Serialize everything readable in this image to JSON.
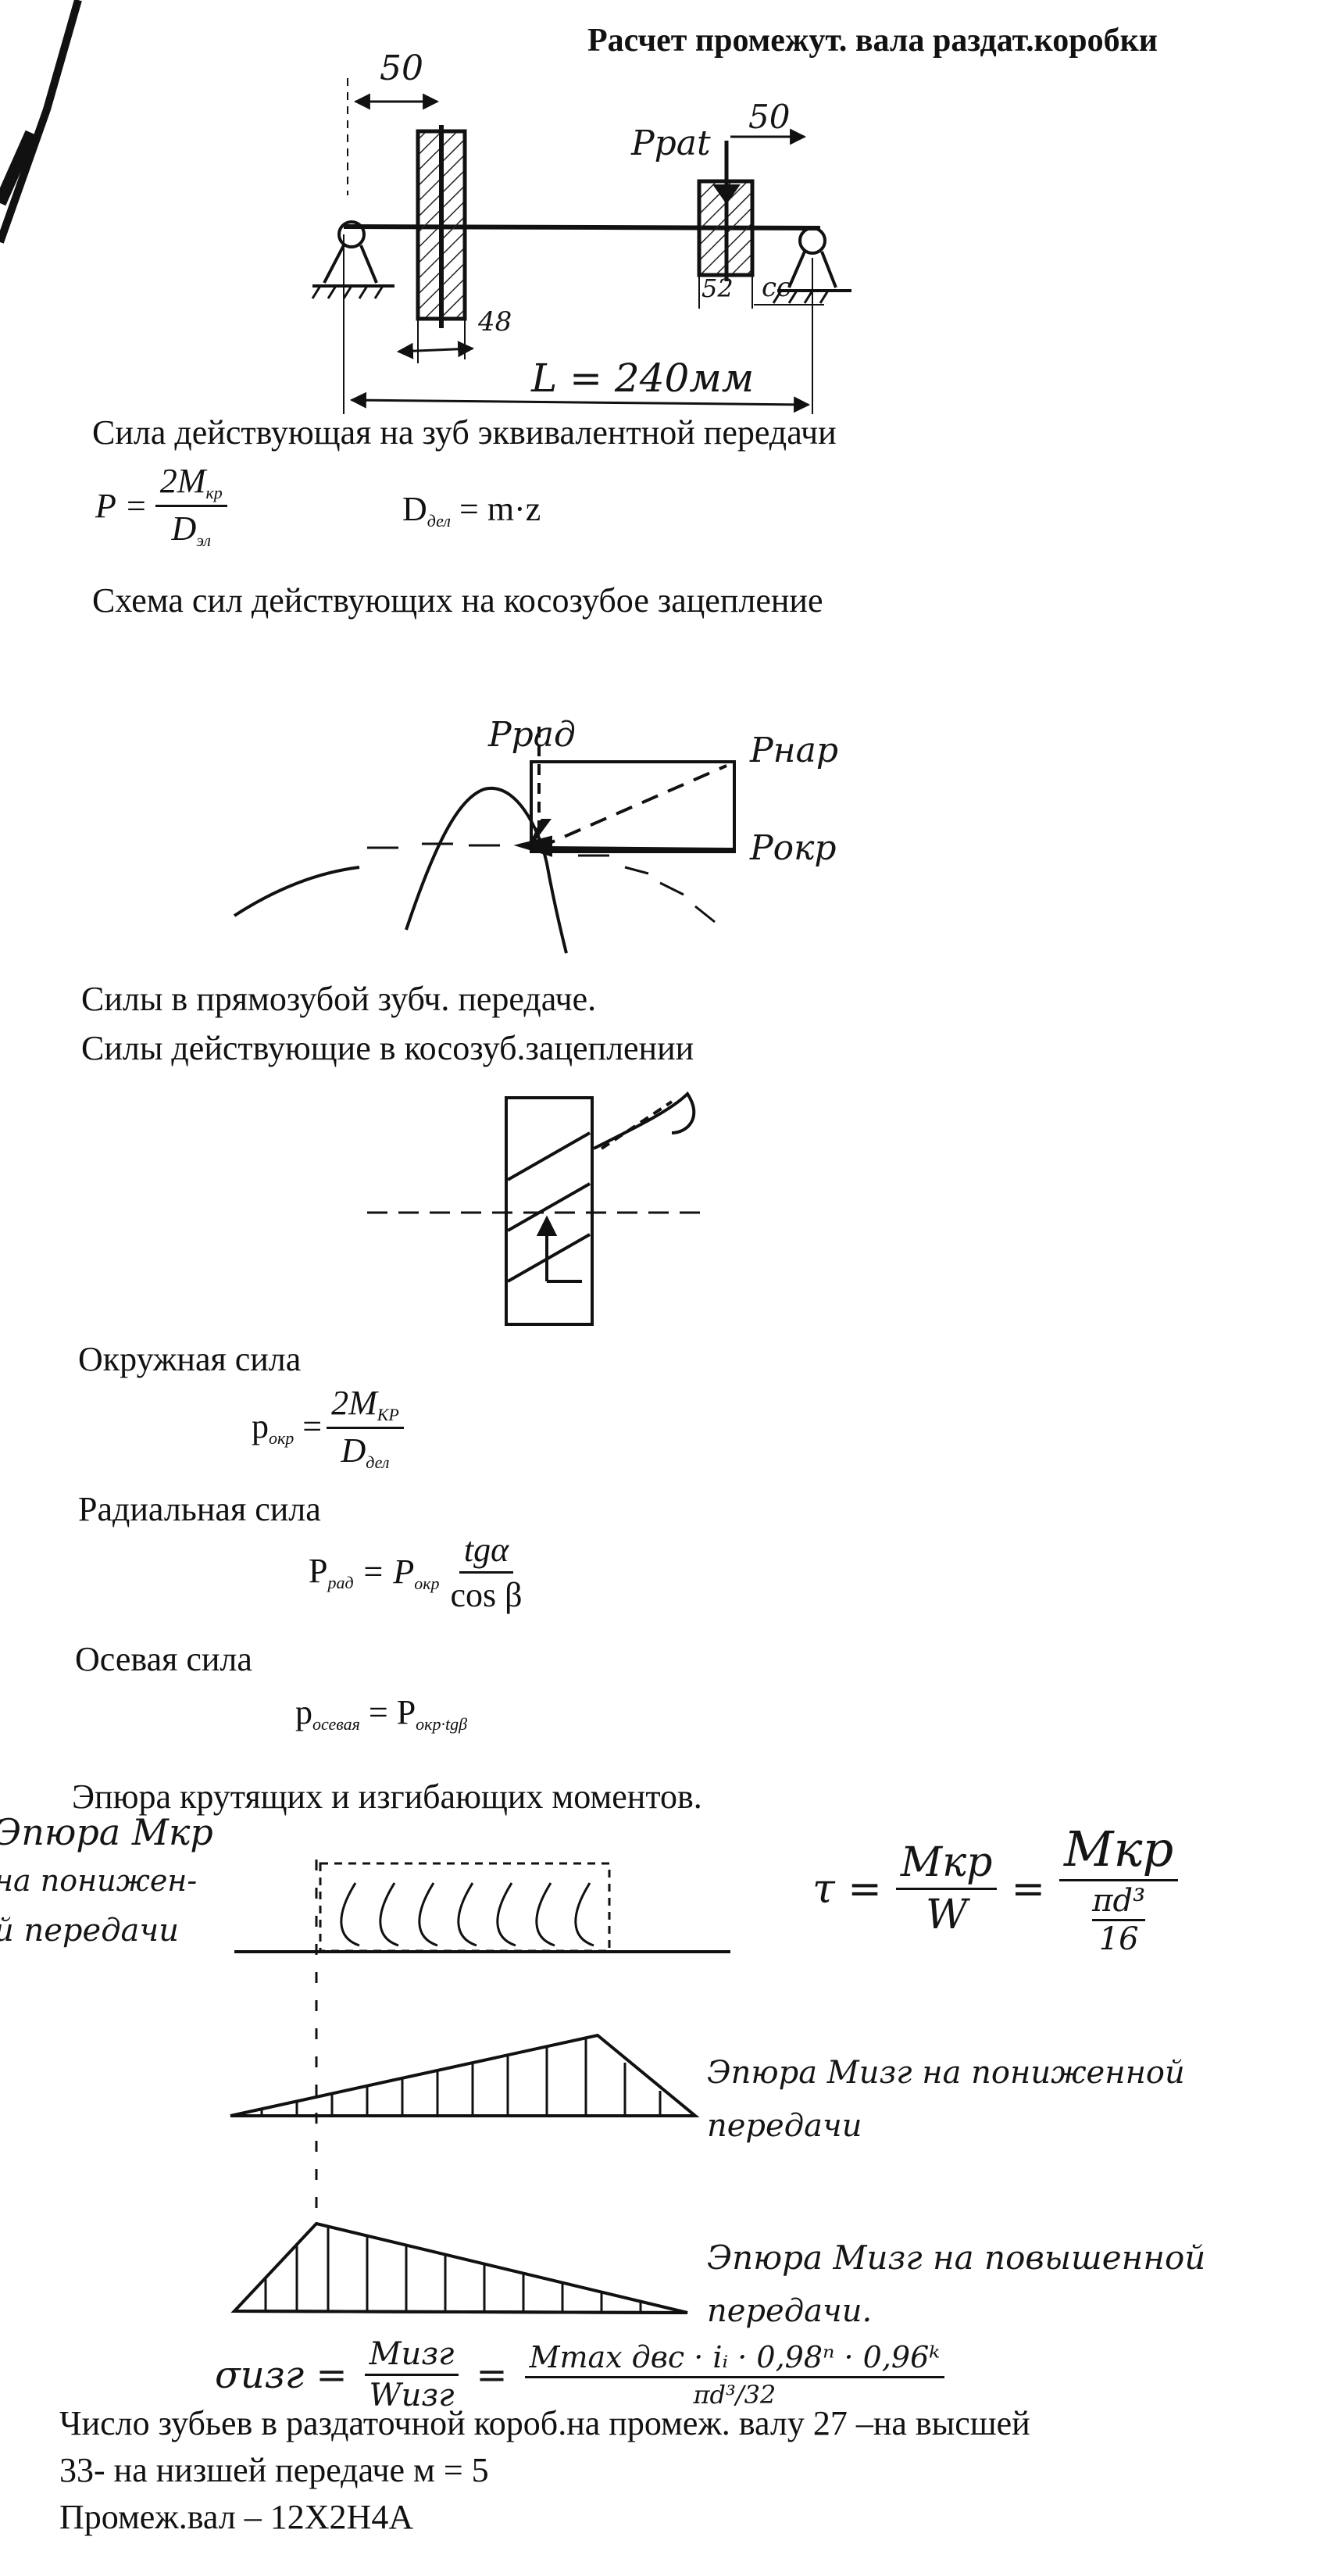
{
  "header": {
    "title": "Расчет промежут. вала раздат.коробки"
  },
  "shaft_sketch": {
    "dim_left": "50",
    "dim_right": "50",
    "force_label": "Pраt",
    "dim_48": "48",
    "dim_52": "52",
    "dim_cc": "cc",
    "length_label": "L = 240мм"
  },
  "section_equiv": {
    "heading": "Сила действующая на зуб эквивалентной передачи",
    "p_lhs": "P =",
    "p_num": "2M",
    "p_num_sub": "кр",
    "p_den": "D",
    "p_den_sub": "эл",
    "d_lhs": "D",
    "d_lhs_sub": "дел",
    "d_rhs": " = m·z"
  },
  "section_helical_scheme": {
    "heading": "Схема сил действующих на косозубое зацепление",
    "label_rad": "Pрад",
    "label_nap": "Pнар",
    "label_okr": "Pокр"
  },
  "section_spur": {
    "line1": "Силы в прямозубой зубч. передаче.",
    "line2": "Силы действующие в косозуб.зацеплении"
  },
  "forces": {
    "okr_title": "Окружная сила",
    "okr_lhs": "p",
    "okr_lhs_sub": "окр",
    "okr_num": "2M",
    "okr_num_sub": "КР",
    "okr_den": "D",
    "okr_den_sub": "дел",
    "rad_title": "Радиальная сила",
    "rad_lhs": "P",
    "rad_lhs_sub": "рад",
    "rad_mid": "= P",
    "rad_mid_sub": "окр",
    "rad_num": "tgα",
    "rad_den": "cos β",
    "axial_title": "Осевая сила",
    "axial_lhs": "p",
    "axial_lhs_sub": "осевая",
    "axial_rhs": " = P",
    "axial_rhs_sub": "окр·tgβ"
  },
  "moments": {
    "heading": "Эпюра крутящих и изгибающих моментов.",
    "left_note_1": "Эпюра Mкр",
    "left_note_2": "на понижен-",
    "left_note_3": "й передачи",
    "tau_formula": "τ = Mкр / W = Mкр / (πd³/16)",
    "tau_lhs": "τ =",
    "tau_num1": "Mкр",
    "tau_den1": "W",
    "tau_num2": "Mкр",
    "tau_den2_a": "πd³",
    "tau_den2_b": "16",
    "note_low_1": "Эпюра Mизг на пониженной",
    "note_low_2": "передачи",
    "note_high_1": "Эпюра Mизг на повышенной",
    "note_high_2": "передачи.",
    "sigma_lhs": "σизг =",
    "sigma_num1": "Mизг",
    "sigma_den1": "Wизг",
    "sigma_num2": "Mmax двс · iᵢ · 0,98ⁿ · 0,96ᵏ",
    "sigma_den2": "πd³/32"
  },
  "footer": {
    "line1": "Число зубьев в раздаточной короб.на   промеж. валу 27 –на высшей",
    "line2": "33- на низшей передаче        м = 5",
    "line3": "Промеж.вал – 12Х2Н4А"
  }
}
